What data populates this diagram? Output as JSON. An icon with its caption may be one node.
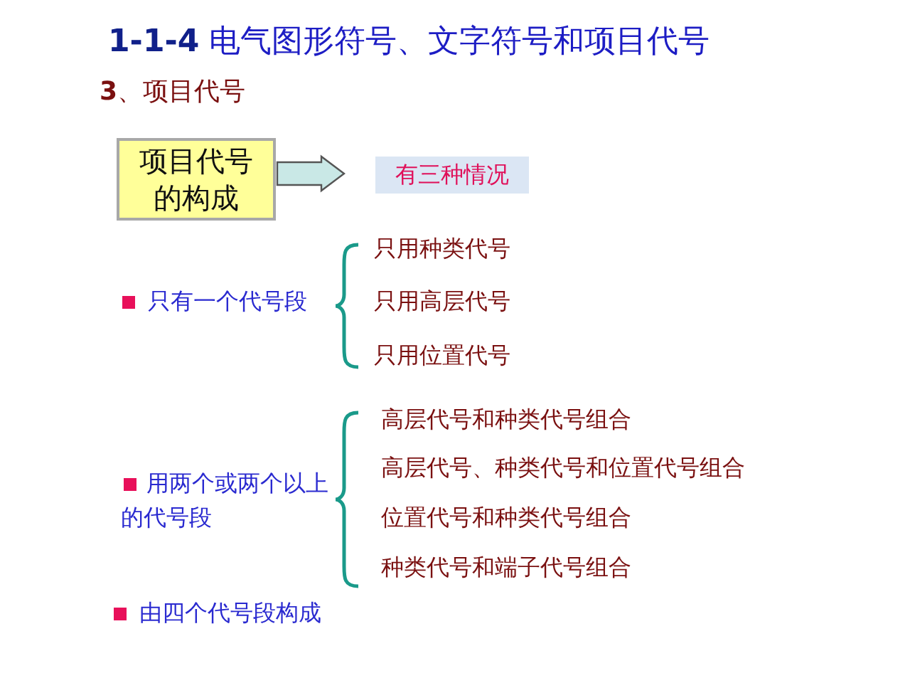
{
  "diagram": {
    "title": "**1-1-4** 电气图形符号、文字符号和项目代号",
    "nodes": [
      {
        "text": [
          "项目代号的构成"
        ]
      },
      {
        "text": [
          "有三种情况"
        ]
      }
    ],
    "edges": [
      {
        "from": 0,
        "to": 1,
        "arrow": "to"
      }
    ],
    "labels": [
      "**3**、项目代号",
      "只有一个代号段",
      "只用种类代号",
      "只用高层代号",
      "只用位置代号",
      "用两个或两个以上的代号段",
      "高层代号和种类代号组合",
      "高层代号、种类代号和位置代号组合",
      "位置代号和种类代号组合",
      "种类代号和端子代号组合",
      "由四个代号段构成"
    ]
  }
}
